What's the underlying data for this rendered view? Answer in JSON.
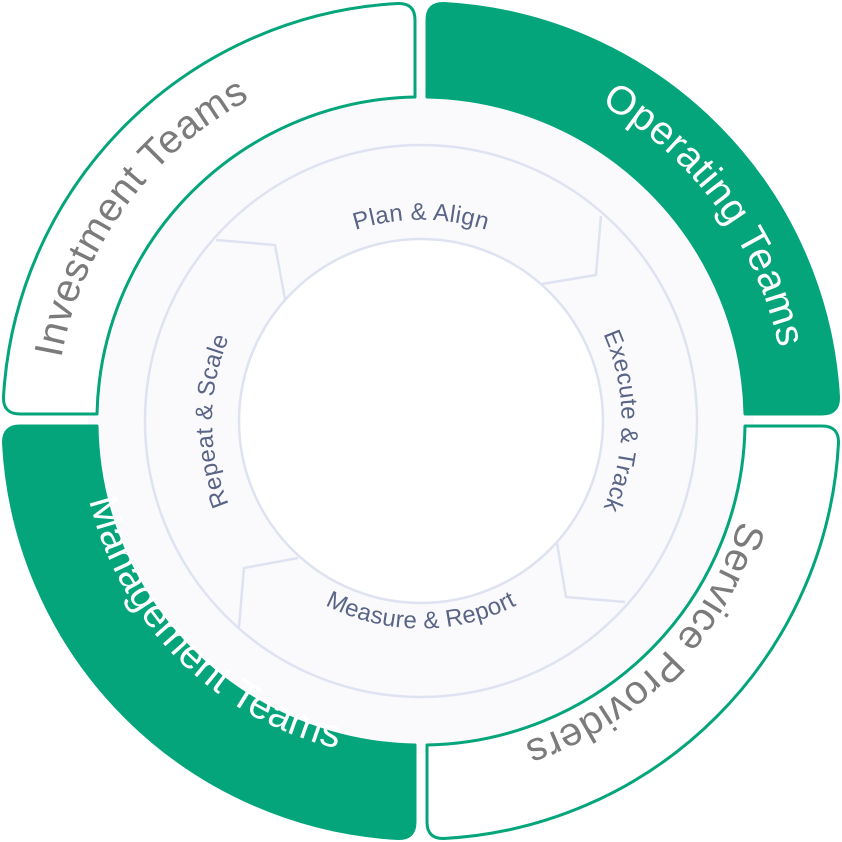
{
  "colors": {
    "accent": "#04a57b",
    "outline_text": "#7b7b7b",
    "filled_text": "#ffffff",
    "inner_fill": "#fafafc",
    "inner_stroke": "#dfe3f1",
    "inner_text": "#5a6486",
    "background": "#ffffff"
  },
  "outer_ring": {
    "segments": [
      {
        "label": "Investment Teams",
        "style": "outline"
      },
      {
        "label": "Operating Teams",
        "style": "filled"
      },
      {
        "label": "Service Providers",
        "style": "outline"
      },
      {
        "label": "Management Teams",
        "style": "filled"
      }
    ]
  },
  "cycle": {
    "stages": [
      {
        "label": "Plan & Align"
      },
      {
        "label": "Execute & Track"
      },
      {
        "label": "Measure & Report"
      },
      {
        "label": "Repeat & Scale"
      }
    ]
  }
}
